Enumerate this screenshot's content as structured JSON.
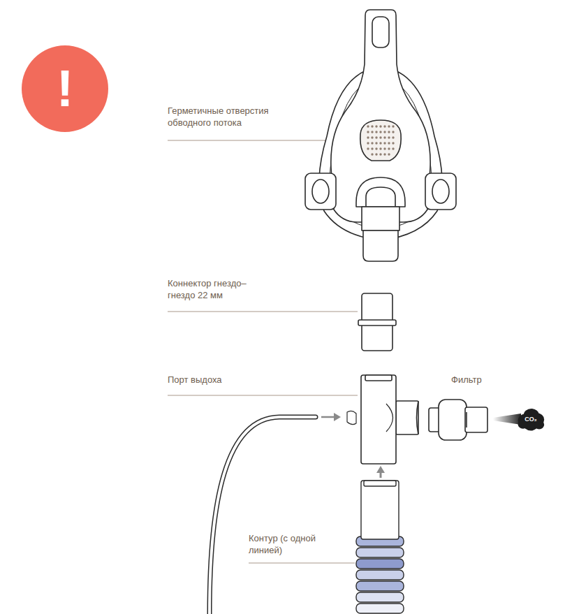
{
  "diagram": {
    "nodes": [
      {
        "text": [
          "!"
        ]
      },
      {
        "text": [
          "CO₂"
        ]
      }
    ],
    "labels": [
      "Герметичные отверстия обводного потока",
      "Коннектор гнездо–гнездо 22 мм",
      "Порт выдоха",
      "Фильтр",
      "Контур (с одной линией)"
    ]
  }
}
